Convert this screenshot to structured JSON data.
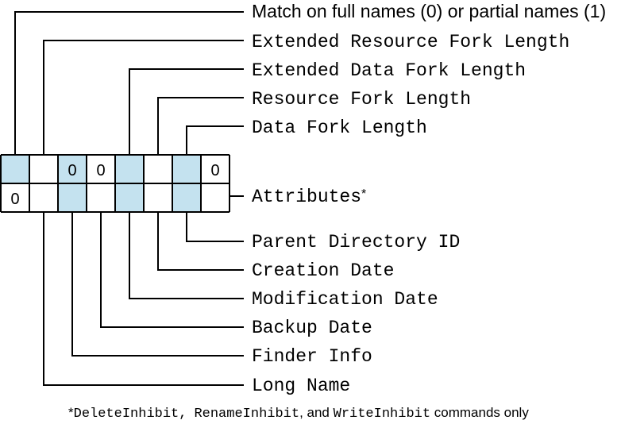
{
  "bit_grid": {
    "highlight_color": "#c4e2ef",
    "top_row": [
      {
        "highlight": true,
        "text": ""
      },
      {
        "highlight": false,
        "text": ""
      },
      {
        "highlight": true,
        "text": "0"
      },
      {
        "highlight": false,
        "text": "0"
      },
      {
        "highlight": true,
        "text": ""
      },
      {
        "highlight": false,
        "text": ""
      },
      {
        "highlight": true,
        "text": ""
      },
      {
        "highlight": false,
        "text": "0"
      }
    ],
    "bottom_row": [
      {
        "highlight": false,
        "text": "0"
      },
      {
        "highlight": false,
        "text": ""
      },
      {
        "highlight": true,
        "text": ""
      },
      {
        "highlight": false,
        "text": ""
      },
      {
        "highlight": true,
        "text": ""
      },
      {
        "highlight": false,
        "text": ""
      },
      {
        "highlight": true,
        "text": ""
      },
      {
        "highlight": false,
        "text": ""
      }
    ]
  },
  "labels_top": {
    "match_names": "Match on full names (0) or partial names (1)",
    "ext_resource_fork_length": "Extended Resource Fork Length",
    "ext_data_fork_length": "Extended Data Fork Length",
    "resource_fork_length": "Resource Fork Length",
    "data_fork_length": "Data Fork Length"
  },
  "attributes": {
    "label": "Attributes",
    "marker": "*"
  },
  "labels_bottom": {
    "parent_directory_id": "Parent Directory ID",
    "creation_date": "Creation Date",
    "modification_date": "Modification Date",
    "backup_date": "Backup Date",
    "finder_info": "Finder Info",
    "long_name": "Long Name"
  },
  "footnote": {
    "star": "*",
    "cmd1": "DeleteInhibit,",
    "cmd2": "RenameInhibit",
    "sep": ", and ",
    "cmd3": "WriteInhibit",
    "tail": " commands only"
  }
}
